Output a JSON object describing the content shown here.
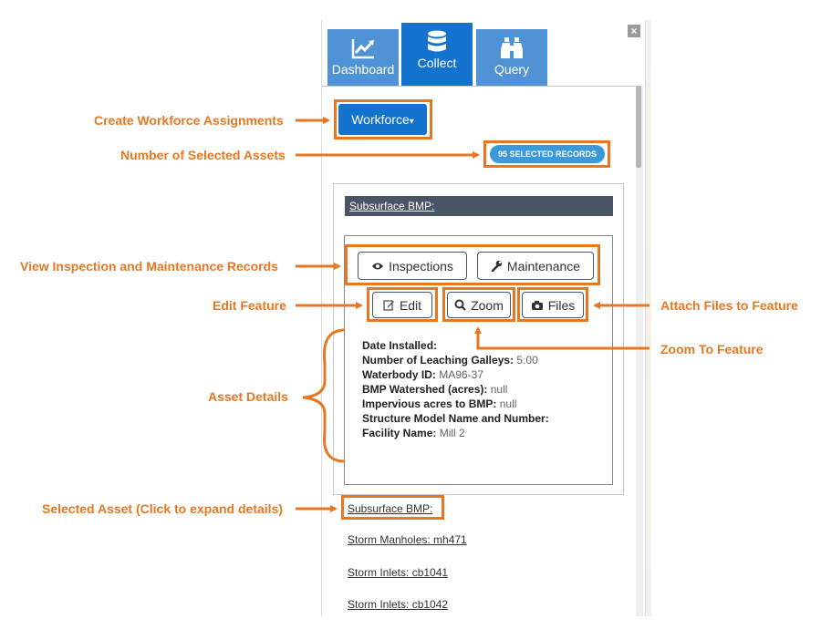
{
  "tabs": [
    {
      "label": "Dashboard",
      "icon": "line-chart-icon"
    },
    {
      "label": "Collect",
      "icon": "database-icon",
      "active": true
    },
    {
      "label": "Query",
      "icon": "binoculars-icon"
    }
  ],
  "close_icon": "close-icon",
  "workforce_button": {
    "label": "Workforce",
    "caret": "▾"
  },
  "selected_badge": "95 SELECTED RECORDS",
  "asset_header": "Subsurface BMP:",
  "buttons": {
    "inspections": "Inspections",
    "maintenance": "Maintenance",
    "edit": "Edit",
    "zoom": "Zoom",
    "files": "Files"
  },
  "details": [
    {
      "label": "Date Installed:",
      "value": ""
    },
    {
      "label": "Number of Leaching Galleys:",
      "value": "5.00"
    },
    {
      "label": "Waterbody ID:",
      "value": "MA96-37"
    },
    {
      "label": "BMP Watershed (acres):",
      "value": "null"
    },
    {
      "label": "Impervious acres to BMP:",
      "value": "null"
    },
    {
      "label": "Structure Model Name and Number:",
      "value": ""
    },
    {
      "label": "Facility Name:",
      "value": "Mill 2"
    }
  ],
  "asset_list": [
    "Subsurface BMP:",
    "Storm Manholes: mh471",
    "Storm Inlets: cb1041",
    "Storm Inlets: cb1042"
  ],
  "annotations": {
    "create_workforce": "Create Workforce Assignments",
    "selected_assets": "Number of Selected Assets",
    "view_records": "View Inspection and Maintenance Records",
    "edit_feature": "Edit Feature",
    "attach_files": "Attach Files to Feature",
    "zoom_feature": "Zoom To Feature",
    "asset_details": "Asset Details",
    "selected_asset": "Selected Asset (Click to expand details)"
  },
  "colors": {
    "annotation": "#e87722",
    "tab_active": "#1473cf",
    "tab": "#4f93d6",
    "badge": "#3a9ad9",
    "header": "#495464"
  }
}
